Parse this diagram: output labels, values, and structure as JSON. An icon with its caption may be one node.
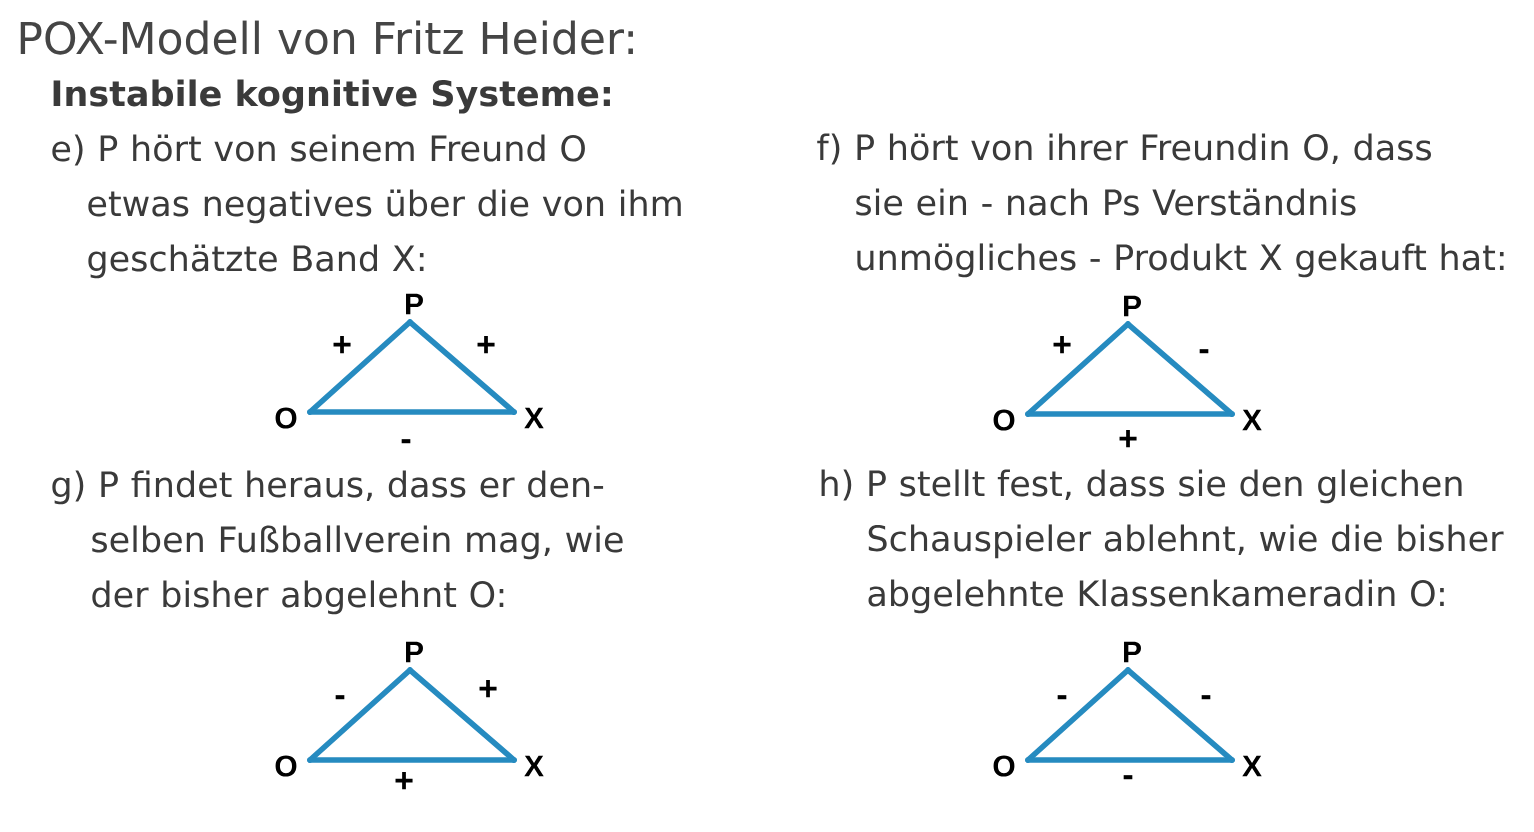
{
  "diagram": {
    "title": "POX-Modell von Fritz Heider:",
    "nodes": [
      {
        "text": [
          "P"
        ]
      },
      {
        "text": [
          "O"
        ]
      },
      {
        "text": [
          "X"
        ]
      },
      {
        "text": [
          "P"
        ]
      },
      {
        "text": [
          "O"
        ]
      },
      {
        "text": [
          "X"
        ]
      },
      {
        "text": [
          "P"
        ]
      },
      {
        "text": [
          "O"
        ]
      },
      {
        "text": [
          "X"
        ]
      },
      {
        "text": [
          "P"
        ]
      },
      {
        "text": [
          "O"
        ]
      },
      {
        "text": [
          "X"
        ]
      }
    ],
    "edges": [
      {
        "from": 0,
        "to": 1,
        "arrow": "none",
        "label": "+"
      },
      {
        "from": 0,
        "to": 2,
        "arrow": "none",
        "label": "+"
      },
      {
        "from": 1,
        "to": 2,
        "arrow": "none",
        "label": "-"
      },
      {
        "from": 3,
        "to": 4,
        "arrow": "none",
        "label": "+"
      },
      {
        "from": 3,
        "to": 5,
        "arrow": "none",
        "label": "-"
      },
      {
        "from": 4,
        "to": 5,
        "arrow": "none",
        "label": "+"
      },
      {
        "from": 6,
        "to": 7,
        "arrow": "none",
        "label": "-"
      },
      {
        "from": 6,
        "to": 8,
        "arrow": "none",
        "label": "+"
      },
      {
        "from": 7,
        "to": 8,
        "arrow": "none",
        "label": "+"
      },
      {
        "from": 9,
        "to": 10,
        "arrow": "none",
        "label": "-"
      },
      {
        "from": 9,
        "to": 11,
        "arrow": "none",
        "label": "-"
      },
      {
        "from": 10,
        "to": 11,
        "arrow": "none",
        "label": "-"
      }
    ],
    "labels": [
      "Instabile kognitive Systeme:",
      "e) P hört von seinem Freund O etwas negatives über die von ihm geschätzte Band X:",
      "f) P hört von ihrer Freundin O, dass sie ein - nach Ps Verständnis unmögliches - Produkt X gekauft hat:",
      "g) P findet heraus, dass er den- selben Fußballverein mag, wie der bisher abgelehnt O:",
      "h) P stellt fest, dass sie den gleichen Schauspieler ablehnt, wie die bisher abgelehnte Klassenkameradin O:"
    ]
  }
}
